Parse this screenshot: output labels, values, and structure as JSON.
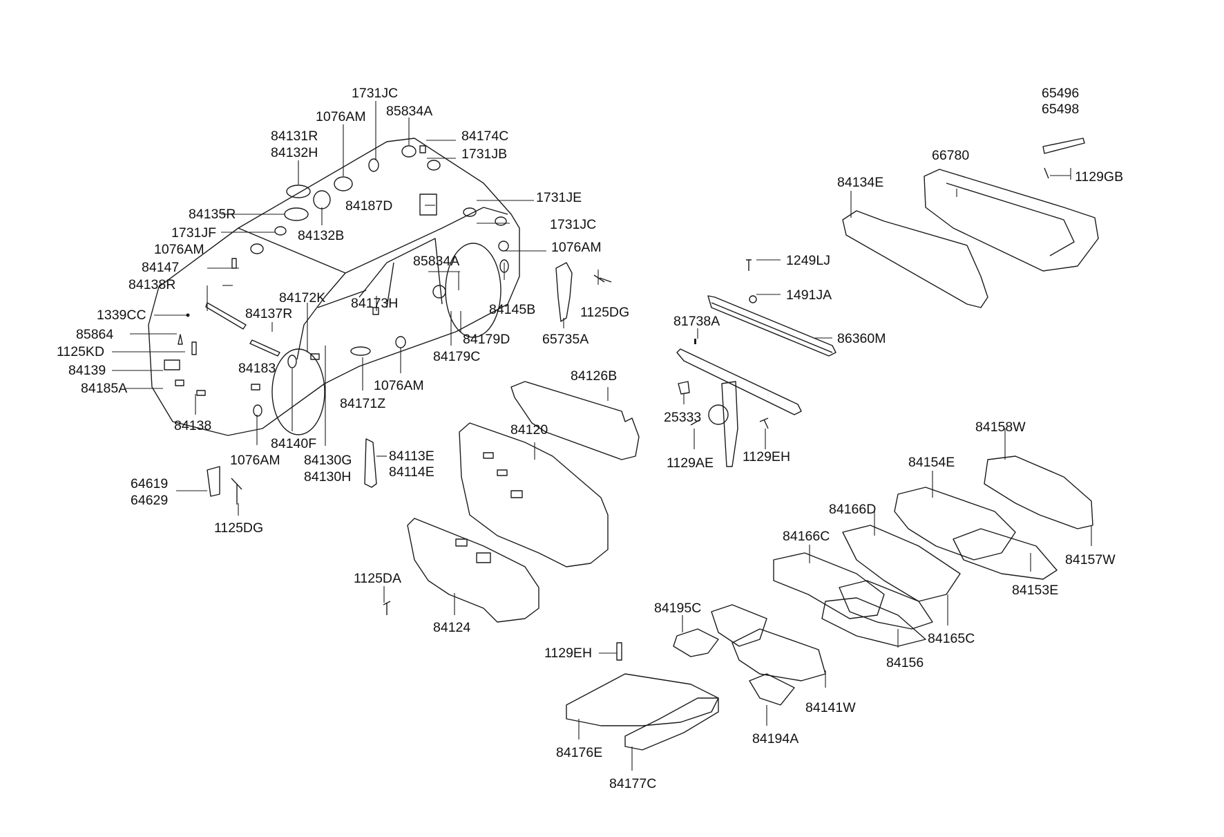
{
  "labels": {
    "l1731JC_a": "1731JC",
    "l1076AM_a": "1076AM",
    "l85834A_a": "85834A",
    "l84174C": "84174C",
    "l84131R": "84131R",
    "l84132H": "84132H",
    "l1731JB": "1731JB",
    "l84187D": "84187D",
    "l1731JE": "1731JE",
    "l84135R": "84135R",
    "l84132B": "84132B",
    "l1731JF": "1731JF",
    "l1731JC_b": "1731JC",
    "l1076AM_b": "1076AM",
    "l1076AM_c": "1076AM",
    "l84147": "84147",
    "l85834A_b": "85834A",
    "l84138R": "84138R",
    "l84172K": "84172K",
    "l84173H": "84173H",
    "l84145B": "84145B",
    "l1339CC": "1339CC",
    "l84137R": "84137R",
    "l1125DG_a": "1125DG",
    "l65735A": "65735A",
    "l85864": "85864",
    "l84179D": "84179D",
    "l1125KD": "1125KD",
    "l84179C": "84179C",
    "l84139": "84139",
    "l84183": "84183",
    "l84185A": "84185A",
    "l1076AM_d": "1076AM",
    "l84171Z": "84171Z",
    "l84138": "84138",
    "l84140F": "84140F",
    "l1076AM_e": "1076AM",
    "l84130G": "84130G",
    "l84130H": "84130H",
    "l84113E": "84113E",
    "l84114E": "84114E",
    "l64619": "64619",
    "l64629": "64629",
    "l1125DG_b": "1125DG",
    "l84126B": "84126B",
    "l84120": "84120",
    "l1125DA": "1125DA",
    "l84124": "84124",
    "l65496": "65496",
    "l65498": "65498",
    "l66780": "66780",
    "l1129GB": "1129GB",
    "l84134E": "84134E",
    "l1249LJ": "1249LJ",
    "l1491JA": "1491JA",
    "l81738A": "81738A",
    "l86360M": "86360M",
    "l25333": "25333",
    "l1129AE": "1129AE",
    "l1129EH_a": "1129EH",
    "l84158W": "84158W",
    "l84154E": "84154E",
    "l84166D": "84166D",
    "l84166C": "84166C",
    "l84157W": "84157W",
    "l84153E": "84153E",
    "l84195C": "84195C",
    "l84165C": "84165C",
    "l84156": "84156",
    "l1129EH_b": "1129EH",
    "l84141W": "84141W",
    "l84194A": "84194A",
    "l84176E": "84176E",
    "l84177C": "84177C"
  }
}
